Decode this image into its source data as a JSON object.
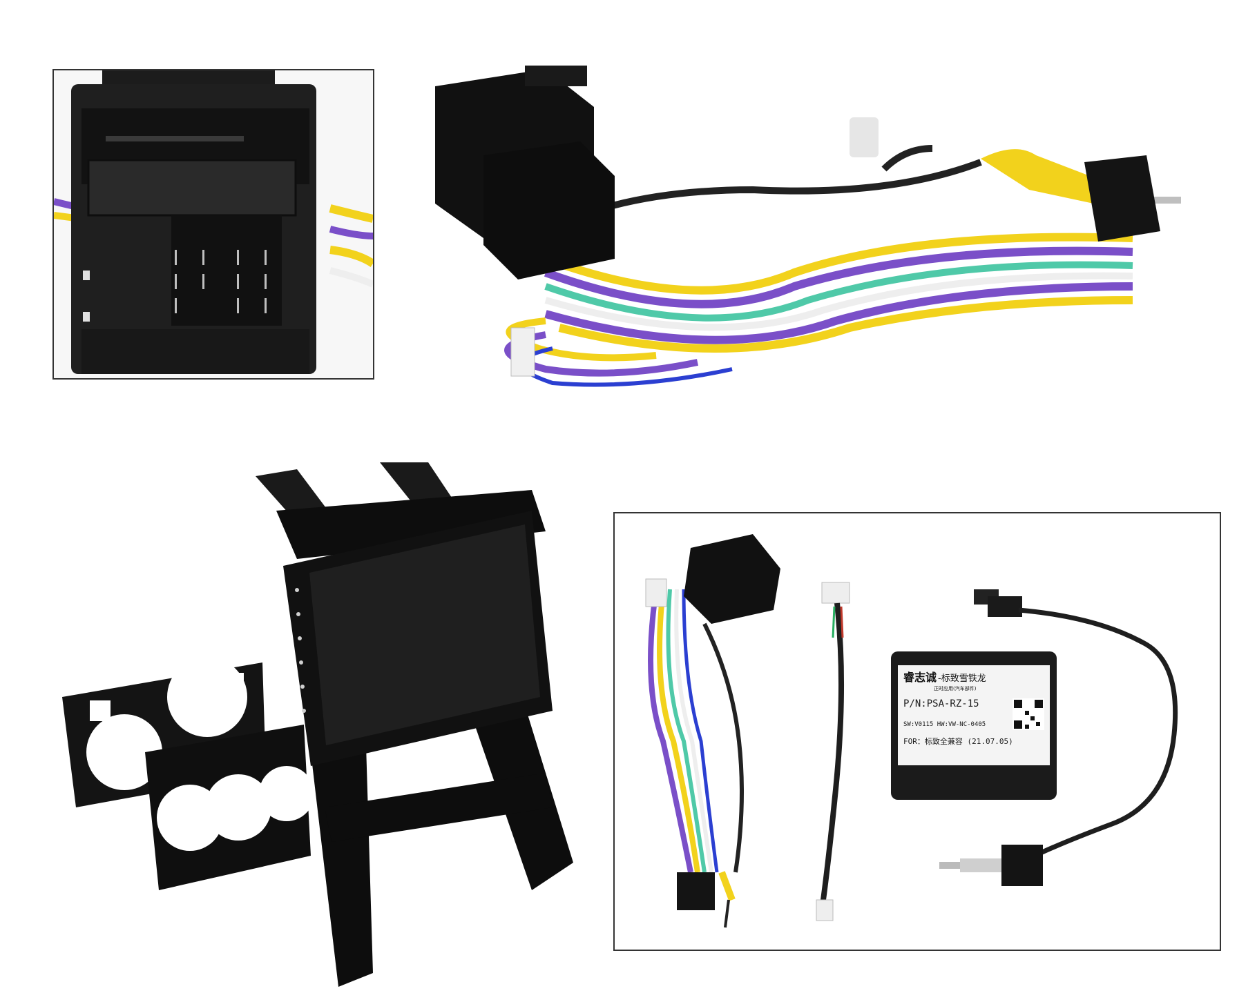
{
  "module_label": {
    "brand": "睿志诚",
    "model_name": "-标致雪铁龙",
    "subtitle": "正时应用(汽车部件)",
    "part_number": "P/N:PSA-RZ-15",
    "versions": "SW:V0115  HW:VW-NC-0405",
    "for_line": "FOR：标致全兼容  (21.07.05)"
  },
  "colors": {
    "housing": "#1c1c1c",
    "wire_yellow": "#f2d21c",
    "wire_purple": "#7a4fc8",
    "wire_teal": "#4fc9a8",
    "wire_blue": "#2b3fd1",
    "wire_white": "#eeeeee",
    "wire_black": "#222222",
    "panel_gloss": "#0d0d0d"
  }
}
